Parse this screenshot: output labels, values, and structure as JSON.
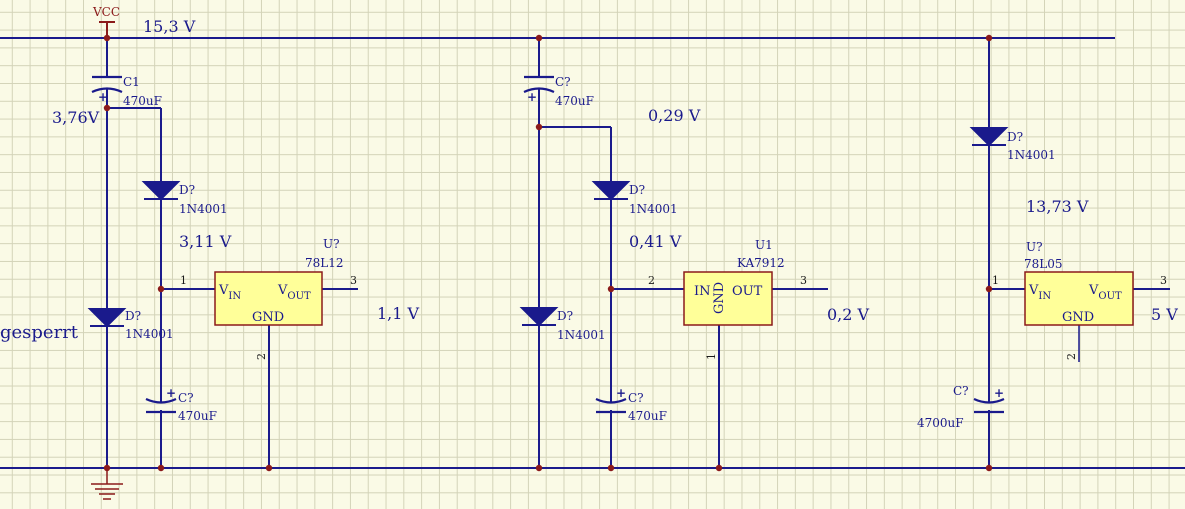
{
  "power": {
    "vcc_label": "VCC"
  },
  "voltages": {
    "rail": "15,3 V",
    "c1_node": "3,76V",
    "reg1_in": "3,11 V",
    "reg1_out": "1,1 V",
    "mid_node": "0,29 V",
    "reg2_in": "0,41 V",
    "reg2_out": "0,2 V",
    "reg3_in": "13,73 V",
    "reg3_out": "5 V"
  },
  "annotation": {
    "blocked": "gesperrt"
  },
  "components": {
    "c1": {
      "ref": "C1",
      "value": "470uF"
    },
    "d1": {
      "ref": "D?",
      "value": "1N4001"
    },
    "d2": {
      "ref": "D?",
      "value": "1N4001"
    },
    "c2": {
      "ref": "C?",
      "value": "470uF"
    },
    "u1": {
      "ref": "U?",
      "value": "78L12",
      "in": "V",
      "in_sub": "IN",
      "out": "V",
      "out_sub": "OUT",
      "gnd": "GND",
      "pin_in": "1",
      "pin_out": "3",
      "pin_gnd": "2"
    },
    "c3": {
      "ref": "C?",
      "value": "470uF"
    },
    "d3": {
      "ref": "D?",
      "value": "1N4001"
    },
    "d4": {
      "ref": "D?",
      "value": "1N4001"
    },
    "c4": {
      "ref": "C?",
      "value": "470uF"
    },
    "u2": {
      "ref": "U1",
      "value": "KA7912",
      "in": "IN",
      "out": "OUT",
      "gnd": "GND",
      "pin_in": "2",
      "pin_out": "3",
      "pin_gnd": "1"
    },
    "d5": {
      "ref": "D?",
      "value": "1N4001"
    },
    "u3": {
      "ref": "U?",
      "value": "78L05",
      "in": "V",
      "in_sub": "IN",
      "out": "V",
      "out_sub": "OUT",
      "gnd": "GND",
      "pin_in": "1",
      "pin_out": "3",
      "pin_gnd": "2"
    },
    "c5": {
      "ref": "C?",
      "value": "4700uF"
    }
  }
}
